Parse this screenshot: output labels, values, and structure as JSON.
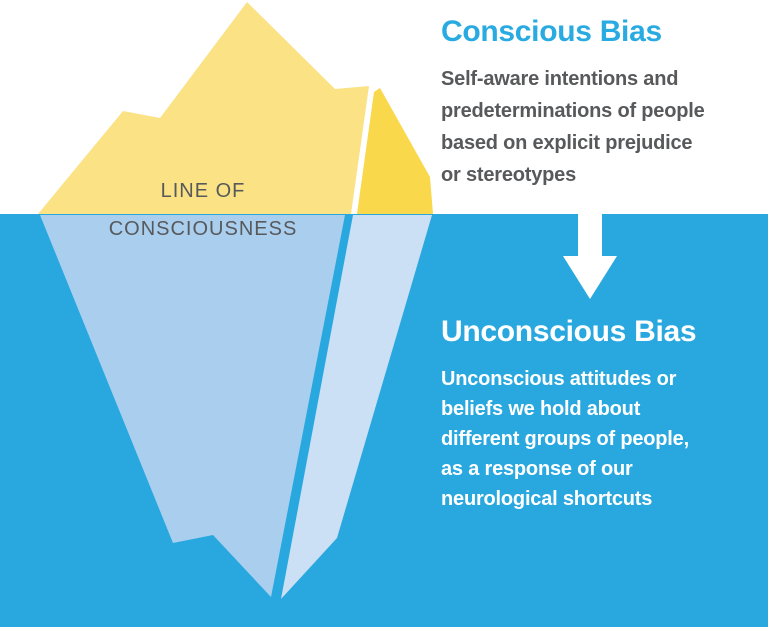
{
  "colors": {
    "water": "#29A8E0",
    "iceberg_above_main": "#FAE285",
    "iceberg_above_small": "#F9D84B",
    "iceberg_below_main": "#A9CEEE",
    "iceberg_below_small": "#CBDFF5",
    "heading_blue": "#29ABE2",
    "text_dark": "#58595B",
    "text_light": "#FFFFFF",
    "arrow": "#FFFFFF"
  },
  "waterline_label": {
    "line1": "LINE OF",
    "line2": "CONSCIOUSNESS"
  },
  "conscious": {
    "heading": "Conscious Bias",
    "lines": [
      "Self-aware intentions and",
      "predeterminations of people",
      "based on explicit prejudice",
      "or stereotypes"
    ]
  },
  "unconscious": {
    "heading": "Unconscious Bias",
    "lines": [
      "Unconscious attitudes or",
      "beliefs we hold about",
      "different groups of people,",
      "as a response of our",
      "neurological shortcuts"
    ]
  }
}
